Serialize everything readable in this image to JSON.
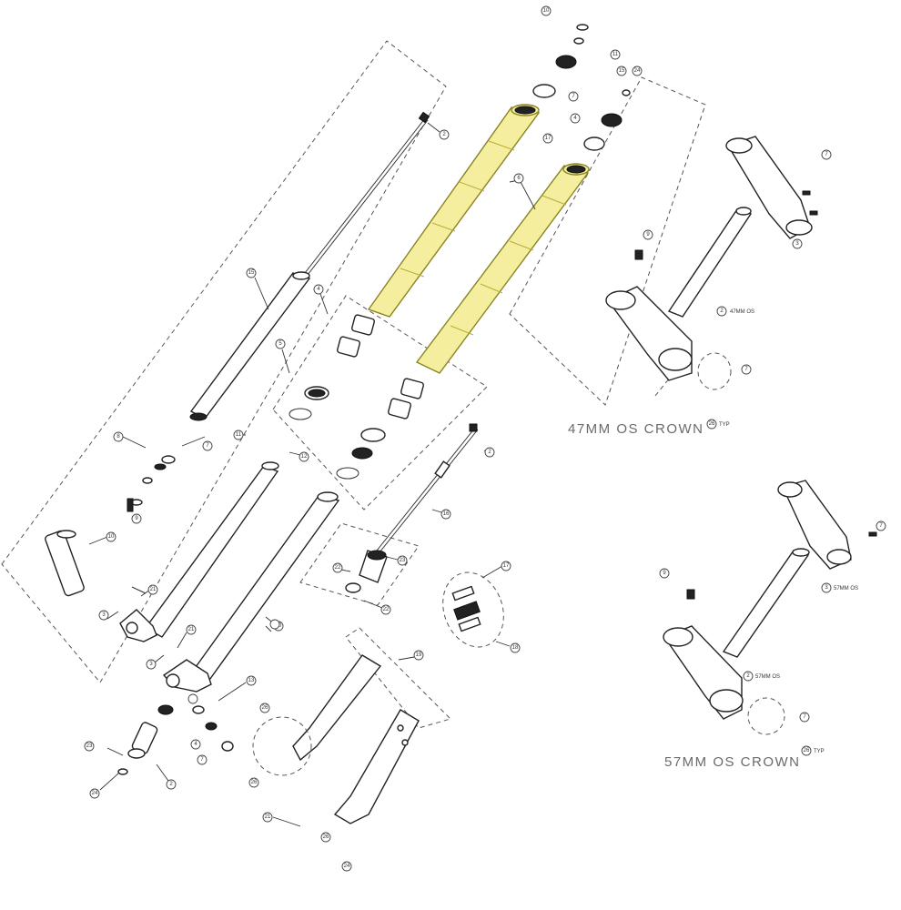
{
  "labels": {
    "crown_47": "47MM OS CROWN",
    "crown_57": "57MM OS CROWN",
    "stem_47": "47MM OS",
    "stem_57": "57MM OS",
    "clamp_57": "57MM OS",
    "typ_1": "TYP",
    "typ_2": "TYP"
  },
  "callouts": [
    "1",
    "2",
    "3",
    "4",
    "5",
    "6",
    "7",
    "8",
    "9",
    "10",
    "11",
    "12",
    "13",
    "14",
    "15",
    "16",
    "17",
    "18",
    "19",
    "20",
    "21",
    "22",
    "23",
    "24",
    "25",
    "26"
  ]
}
